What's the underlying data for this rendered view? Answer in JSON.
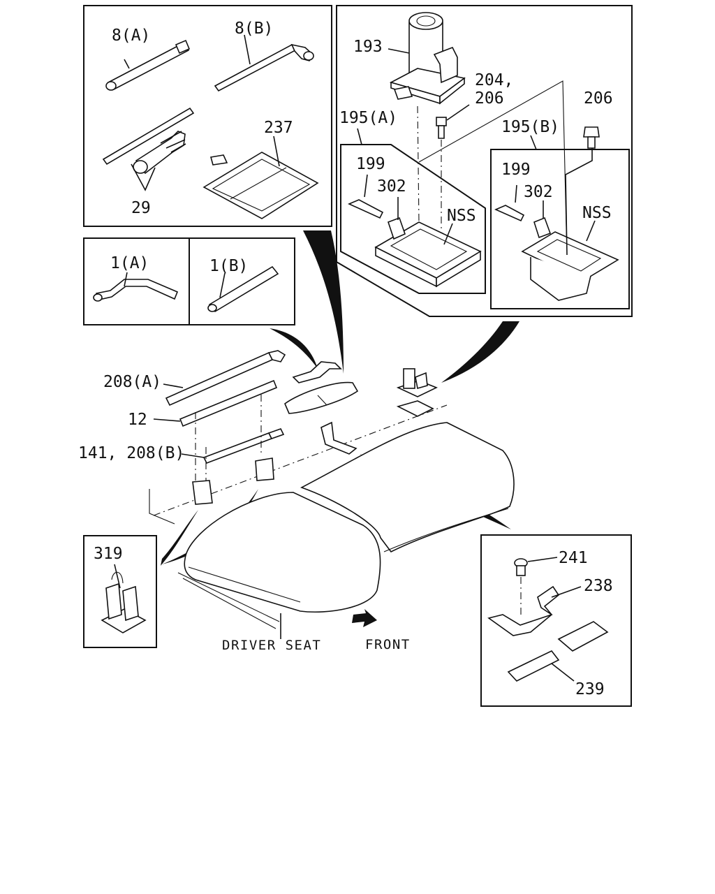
{
  "labels": {
    "l8a": "8(A)",
    "l8b": "8(B)",
    "l29": "29",
    "l237": "237",
    "l193": "193",
    "l204": "204,",
    "l206a": "206",
    "l206b": "206",
    "l195a": "195(A)",
    "l195b": "195(B)",
    "l199a": "199",
    "l199b": "199",
    "l302a": "302",
    "l302b": "302",
    "lnssa": "NSS",
    "lnssb": "NSS",
    "l1a": "1(A)",
    "l1b": "1(B)",
    "l208a": "208(A)",
    "l12": "12",
    "l141": "141, 208(B)",
    "l319": "319",
    "l241": "241",
    "l238": "238",
    "l239": "239",
    "driver_seat": "DRIVER SEAT",
    "front": "FRONT"
  }
}
